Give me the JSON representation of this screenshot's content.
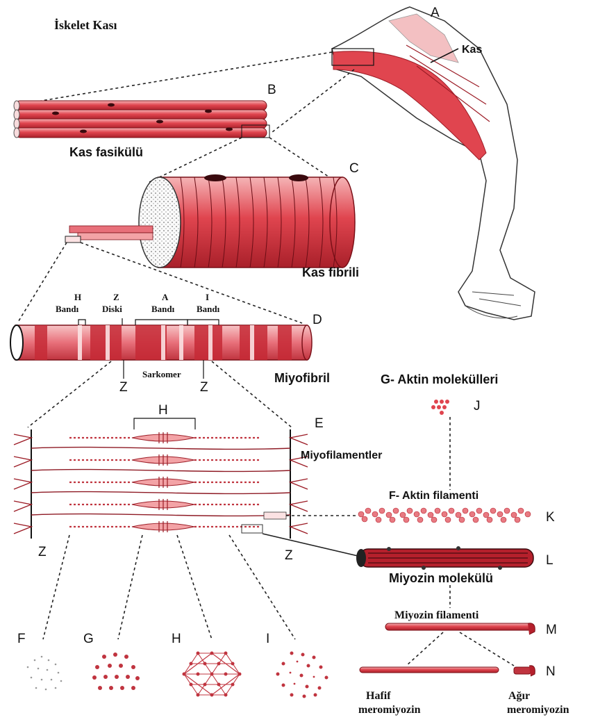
{
  "title": "İskelet Kası",
  "letters": [
    "A",
    "B",
    "C",
    "D",
    "E",
    "F",
    "G",
    "H",
    "I",
    "J",
    "K",
    "L",
    "M",
    "N"
  ],
  "labels": {
    "kas": "Kas",
    "fasikul": "Kas fasikülü",
    "fibril": "Kas fibrili",
    "myofibril": "Miyofibril",
    "sarkomer": "Sarkomer",
    "z": "Z",
    "h": "H",
    "h_band_1": "H",
    "h_band_2": "Bandı",
    "z_disk_1": "Z",
    "z_disk_2": "Diski",
    "a_band_1": "A",
    "a_band_2": "Bandı",
    "i_band_1": "I",
    "i_band_2": "Bandı",
    "miyofilament": "Miyofilamentler",
    "g_aktin": "G- Aktin molekülleri",
    "f_aktin": "F- Aktin filamenti",
    "miyozin_mol": "Miyozin molekülü",
    "miyozin_fil": "Miyozin filamenti",
    "hafif_1": "Hafif",
    "hafif_2": "meromiyozin",
    "agir_1": "Ağır",
    "agir_2": "meromiyozin"
  },
  "colors": {
    "muscle": "#e0454f",
    "muscle_dark": "#b5202c",
    "muscle_light": "#f3a3a6",
    "line": "#222222"
  }
}
